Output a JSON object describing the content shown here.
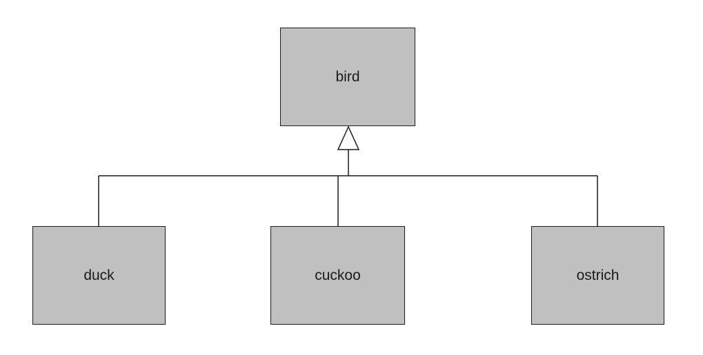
{
  "diagram": {
    "parent": {
      "label": "bird"
    },
    "children": [
      {
        "label": "duck"
      },
      {
        "label": "cuckoo"
      },
      {
        "label": "ostrich"
      }
    ],
    "relationship": "inheritance",
    "colors": {
      "node_fill": "#c0c0c0",
      "stroke": "#1a1a1a",
      "background": "#ffffff"
    }
  }
}
